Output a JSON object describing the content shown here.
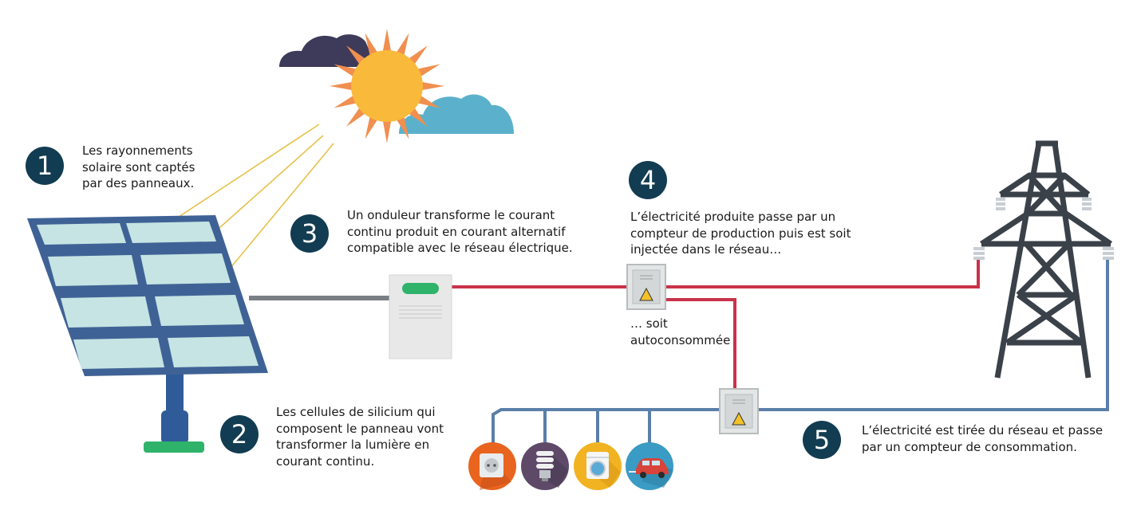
{
  "steps": [
    {
      "number": "1",
      "lines": [
        "Les rayonnements",
        "solaire sont captés",
        "par des panneaux."
      ]
    },
    {
      "number": "2",
      "lines": [
        "Les cellules de silicium qui",
        "composent le panneau vont",
        "transformer la lumière en",
        "courant continu."
      ]
    },
    {
      "number": "3",
      "lines": [
        "Un onduleur transforme le courant",
        "continu produit en courant alternatif",
        "compatible avec le réseau électrique."
      ]
    },
    {
      "number": "4",
      "lines": [
        "L’électricité produite passe par un",
        "compteur de production puis est soit",
        "injectée dans le réseau…"
      ]
    },
    {
      "number": "5",
      "lines": [
        "L’électricité est tirée du réseau et passe",
        "par un compteur de consommation."
      ]
    }
  ],
  "self_consumption_lines": [
    "… soit",
    "autoconsommée"
  ],
  "icons": {
    "sun": "sun-icon",
    "clouds": "cloud-icon",
    "panel": "solar-panel-icon",
    "inverter": "inverter-icon",
    "production_meter": "electric-meter-icon",
    "consumption_meter": "electric-meter-icon",
    "pylon": "power-pylon-icon",
    "appliances": [
      "power-socket-icon",
      "light-bulb-icon",
      "washing-machine-icon",
      "electric-car-icon"
    ]
  },
  "colors": {
    "badge": "#123c52",
    "production_line": "#c8334a",
    "consumption_line": "#5a7fa8",
    "dc_line": "#7a7f86",
    "panel_frame": "#3f6296",
    "panel_cell": "#c5e4e3",
    "sun": "#f9b93a",
    "sun_rays": "#f08f4f",
    "pylon": "#3b4149",
    "appliance_bg": [
      "#e8641f",
      "#5e4a68",
      "#f2b322",
      "#3a9bc4"
    ]
  }
}
